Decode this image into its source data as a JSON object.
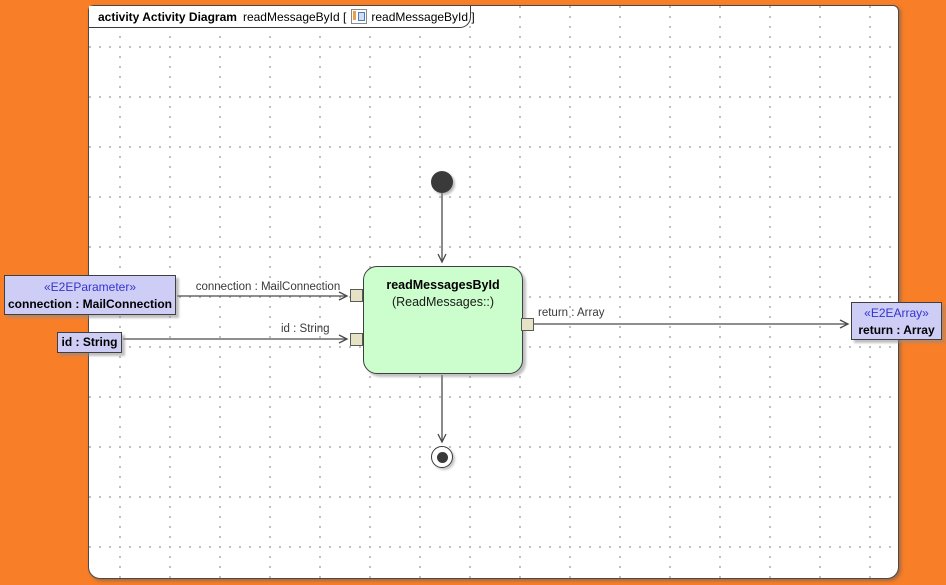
{
  "window": {
    "tab": {
      "keyword": "activity Activity Diagram",
      "diagram_name": "readMessageById [",
      "diagram_reference": "readMessageById ]"
    }
  },
  "diagram": {
    "action": {
      "name": "readMessagesById",
      "qualifier": "(ReadMessages::)"
    },
    "parameters": [
      {
        "stereotype": "«E2EParameter»",
        "label": "connection : MailConnection"
      },
      {
        "label": "id : String"
      }
    ],
    "result": {
      "stereotype": "«E2EArray»",
      "label": "return : Array"
    },
    "flow_labels": {
      "connection": "connection : MailConnection",
      "id": "id : String",
      "return_flow": "return : Array"
    }
  },
  "colors": {
    "desktop_background": "#F87E28",
    "canvas_background": "#FFFFFF",
    "grid_dot": "#B4B4B4",
    "action_fill": "#CCFDCC",
    "action_border": "#3F3F3F",
    "pin_fill": "#E6E2C6",
    "object_box_fill": "#CDCDF6",
    "stereotype_text": "#3434CF",
    "flow_line": "#4A4A4A",
    "node_black": "#3A3A3A"
  }
}
